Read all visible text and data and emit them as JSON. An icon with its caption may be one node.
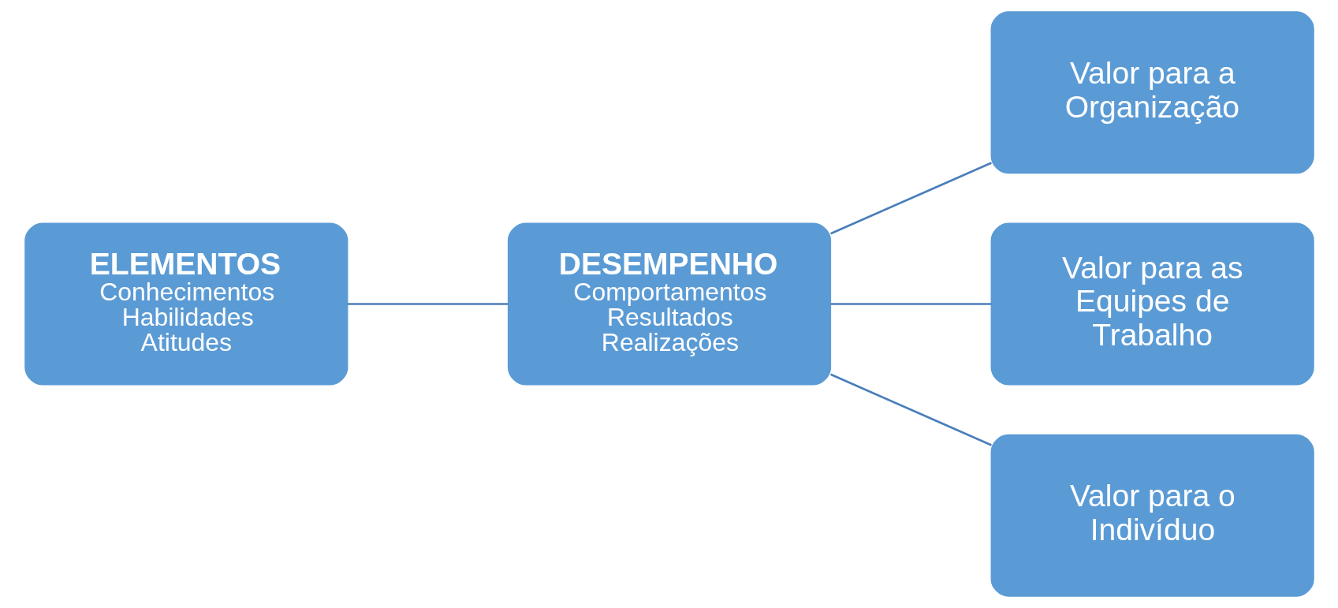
{
  "diagram": {
    "nodes": [
      {
        "text": [
          "ELEMENTOS",
          "Conhecimentos Habilidades Atitudes"
        ]
      },
      {
        "text": [
          "DESEMPENHO",
          "Comportamentos Resultados Realizações"
        ]
      },
      {
        "text": [
          "Valor para a Organização"
        ]
      },
      {
        "text": [
          "Valor para as Equipes de Trabalho"
        ]
      },
      {
        "text": [
          "Valor para o Indivíduo"
        ]
      }
    ],
    "edges": [
      {
        "from": 0,
        "to": 1,
        "arrow": "none"
      },
      {
        "from": 1,
        "to": 2,
        "arrow": "none"
      },
      {
        "from": 1,
        "to": 3,
        "arrow": "none"
      },
      {
        "from": 1,
        "to": 4,
        "arrow": "none"
      }
    ]
  }
}
